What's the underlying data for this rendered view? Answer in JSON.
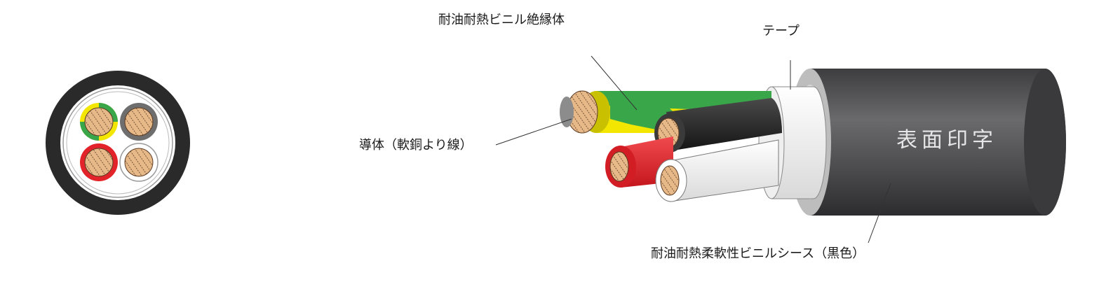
{
  "diagram": {
    "labels": {
      "insulation": "耐油耐熱ビニル絶縁体",
      "tape": "テープ",
      "conductor": "導体（軟銅より線）",
      "sheath": "耐油耐熱柔軟性ビニルシース（黒色）"
    },
    "sheath_print": "表面印字",
    "colors": {
      "sheath": "#4d4d4f",
      "sheath_edge": "#bdbdbd",
      "tape": "#f4f4f4",
      "copper": "#e7b989",
      "copper_stripe": "#5a3a22",
      "core_green": "#3aa64a",
      "core_yellow": "#f3e600",
      "core_black": "#2b2b2b",
      "core_red": "#e2232a",
      "core_white": "#ffffff",
      "core_gray": "#6e6e6e",
      "print_text": "#e6e6e6"
    }
  }
}
